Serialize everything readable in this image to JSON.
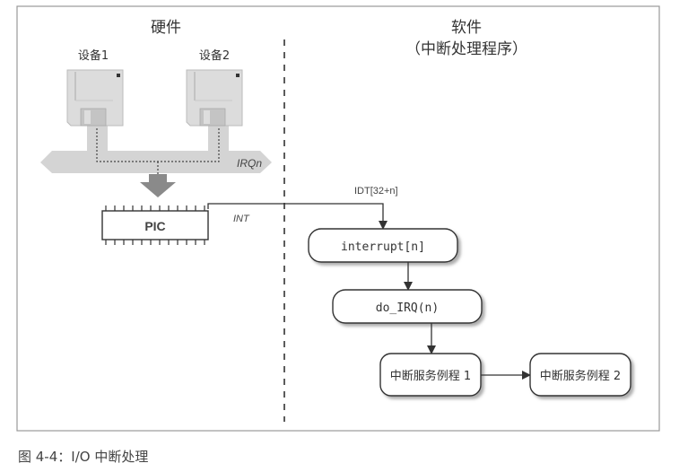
{
  "figure": {
    "hardware_title": "硬件",
    "software_title": "软件",
    "software_subtitle": "（中断处理程序）",
    "caption": "图 4-4：I/O 中断处理"
  },
  "hardware": {
    "devices": [
      {
        "label": "设备1"
      },
      {
        "label": "设备2"
      }
    ],
    "bus_label": "IRQn",
    "controller_label": "PIC",
    "int_label": "INT"
  },
  "software": {
    "idt_label": "IDT[32+n]",
    "steps": [
      {
        "label": "interrupt[n]"
      },
      {
        "label": "do_IRQ(n)"
      },
      {
        "label": "中断服务例程 1"
      },
      {
        "label": "中断服务例程 2"
      }
    ]
  },
  "colors": {
    "line": "#333333",
    "device_fill": "#dcdcdc",
    "bus_fill": "#d4d4d4",
    "arrow_fill": "#8a8a8a",
    "frame": "#999999"
  }
}
